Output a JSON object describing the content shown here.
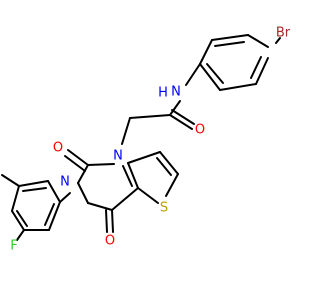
{
  "molecule": {
    "atoms": {
      "bromine": {
        "label": "Br",
        "color": "#a52a2a"
      },
      "amide_nitrogen": {
        "label": "N",
        "color": "#0000ff"
      },
      "amide_hydrogen": {
        "label": "H",
        "color": "#0000ff"
      },
      "amide_oxygen": {
        "label": "O",
        "color": "#ff0000"
      },
      "ring_nitrogen_1": {
        "label": "N",
        "color": "#0000ff"
      },
      "ring_nitrogen_3": {
        "label": "N",
        "color": "#0000ff"
      },
      "carbonyl_oxygen_2": {
        "label": "O",
        "color": "#ff0000"
      },
      "carbonyl_oxygen_4": {
        "label": "O",
        "color": "#ff0000"
      },
      "sulfur": {
        "label": "S",
        "color": "#b8a200"
      },
      "fluorine": {
        "label": "F",
        "color": "#33cc33"
      }
    }
  }
}
